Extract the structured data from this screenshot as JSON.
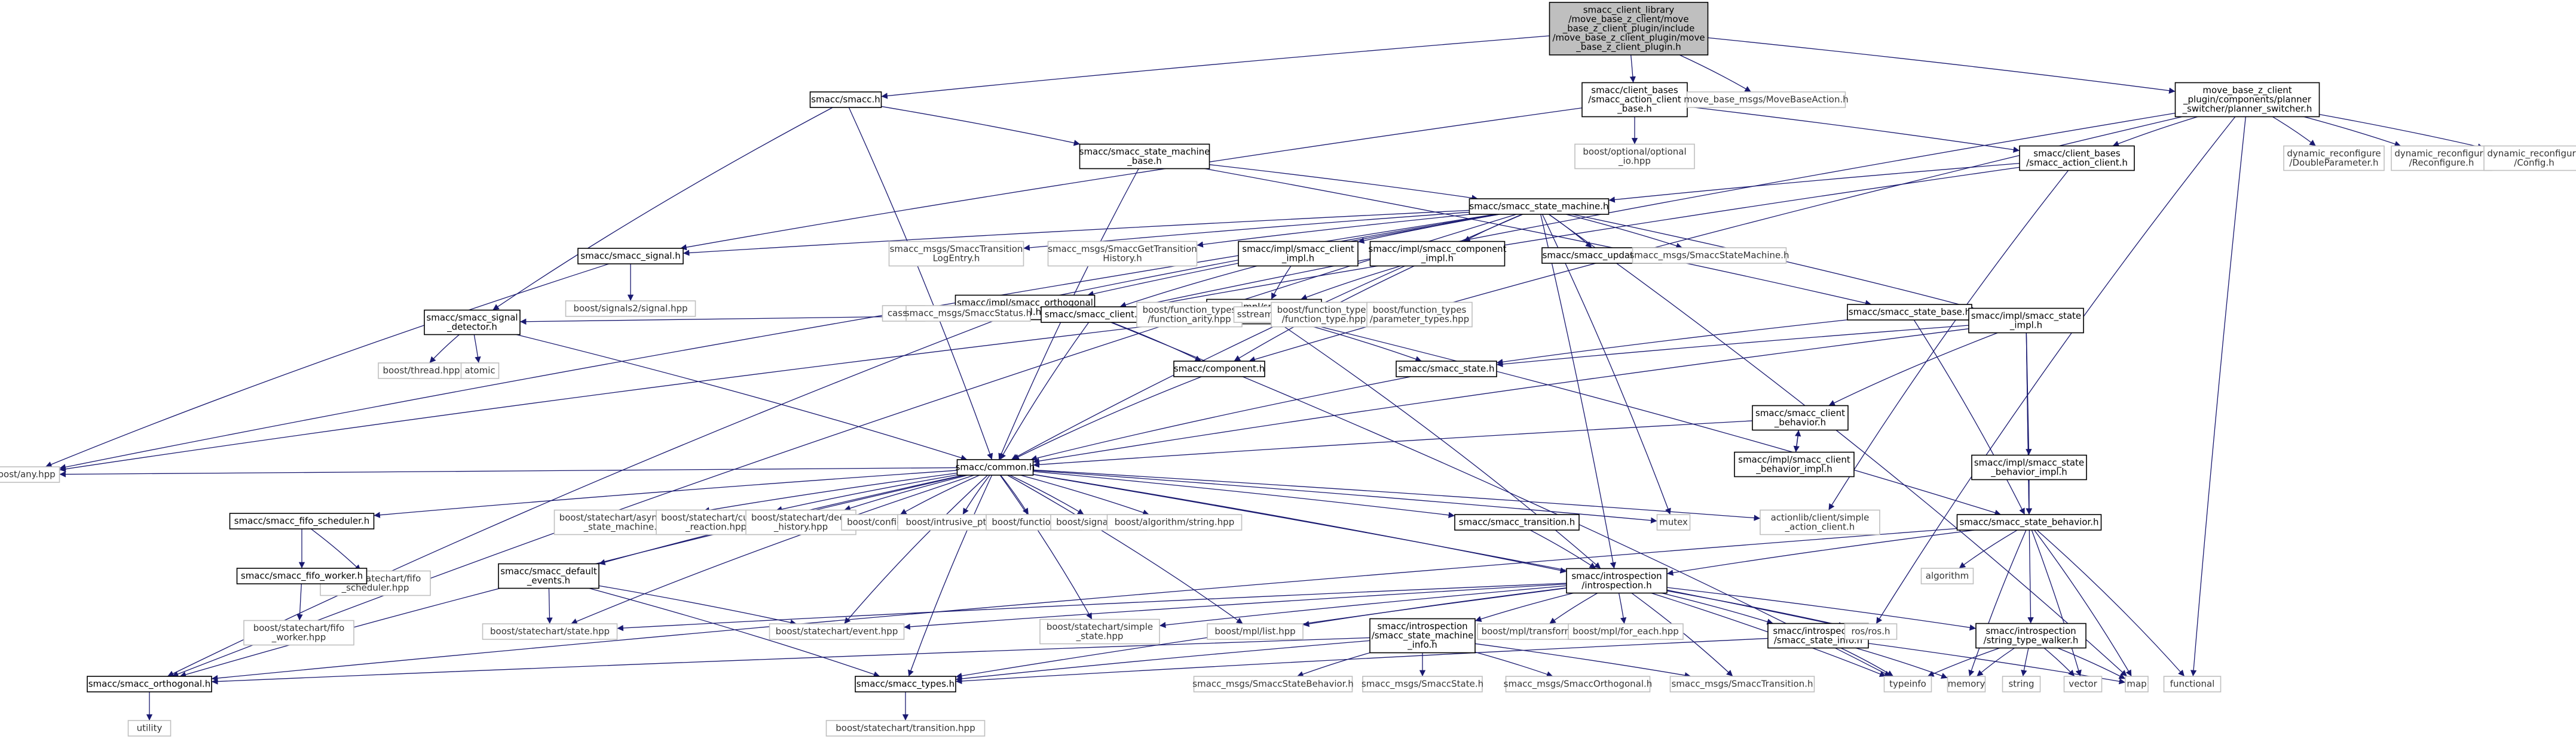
{
  "diagram": {
    "type": "include-dependency-graph",
    "nodes": [
      {
        "id": "root",
        "kind": "root",
        "lines": [
          "smacc_client_library",
          "/move_base_z_client/move",
          "_base_z_client_plugin/include",
          "/move_base_z_client_plugin/move",
          "_base_z_client_plugin.h"
        ]
      },
      {
        "id": "smacc_h",
        "kind": "local",
        "lines": [
          "smacc/smacc.h"
        ]
      },
      {
        "id": "sab",
        "kind": "local",
        "lines": [
          "smacc/client_bases",
          "/smacc_action_client",
          "_base.h"
        ]
      },
      {
        "id": "mbmsg",
        "kind": "sys",
        "lines": [
          "move_base_msgs/MoveBaseAction.h"
        ]
      },
      {
        "id": "planner",
        "kind": "local",
        "lines": [
          "move_base_z_client",
          "_plugin/components/planner",
          "_switcher/planner_switcher.h"
        ]
      },
      {
        "id": "smb",
        "kind": "local",
        "lines": [
          "smacc/smacc_state_machine",
          "_base.h"
        ]
      },
      {
        "id": "boptio",
        "kind": "sys",
        "lines": [
          "boost/optional/optional",
          "_io.hpp"
        ]
      },
      {
        "id": "sac",
        "kind": "local",
        "lines": [
          "smacc/client_bases",
          "/smacc_action_client.h"
        ]
      },
      {
        "id": "dyndouble",
        "kind": "sys",
        "lines": [
          "dynamic_reconfigure",
          "/DoubleParameter.h"
        ]
      },
      {
        "id": "dynreconf",
        "kind": "sys",
        "lines": [
          "dynamic_reconfigure",
          "/Reconfigure.h"
        ]
      },
      {
        "id": "dynconfig",
        "kind": "sys",
        "lines": [
          "dynamic_reconfigure",
          "/Config.h"
        ]
      },
      {
        "id": "ssm",
        "kind": "local",
        "lines": [
          "smacc/smacc_state_machine.h"
        ]
      },
      {
        "id": "ssignal",
        "kind": "local",
        "lines": [
          "smacc/smacc_signal.h"
        ]
      },
      {
        "id": "translog",
        "kind": "sys",
        "lines": [
          "smacc_msgs/SmaccTransition",
          "LogEntry.h"
        ]
      },
      {
        "id": "transhist",
        "kind": "sys",
        "lines": [
          "smacc_msgs/SmaccGetTransition",
          "History.h"
        ]
      },
      {
        "id": "clientimpl",
        "kind": "local",
        "lines": [
          "smacc/impl/smacc_client",
          "_impl.h"
        ]
      },
      {
        "id": "compimpl",
        "kind": "local",
        "lines": [
          "smacc/impl/smacc_component",
          "_impl.h"
        ]
      },
      {
        "id": "updatable",
        "kind": "local",
        "lines": [
          "smacc/smacc_updatable.h"
        ]
      },
      {
        "id": "smmsg",
        "kind": "sys",
        "lines": [
          "smacc_msgs/SmaccStateMachine.h"
        ]
      },
      {
        "id": "bsig2",
        "kind": "sys",
        "lines": [
          "boost/signals2/signal.hpp"
        ]
      },
      {
        "id": "orthoimpl",
        "kind": "local",
        "lines": [
          "smacc/impl/smacc_orthogonal",
          "_impl.h"
        ]
      },
      {
        "id": "ssmimpl",
        "kind": "local",
        "lines": [
          "smacc/impl/smacc_state",
          "_machine_impl.h"
        ]
      },
      {
        "id": "cassert",
        "kind": "sys",
        "lines": [
          "cassert"
        ]
      },
      {
        "id": "status",
        "kind": "sys",
        "lines": [
          "smacc_msgs/SmaccStatus.h"
        ]
      },
      {
        "id": "sclient",
        "kind": "local",
        "lines": [
          "smacc/smacc_client.h"
        ]
      },
      {
        "id": "bfarity",
        "kind": "sys",
        "lines": [
          "boost/function_types",
          "/function_arity.hpp"
        ]
      },
      {
        "id": "sstream",
        "kind": "sys",
        "lines": [
          "sstream"
        ]
      },
      {
        "id": "bftype",
        "kind": "sys",
        "lines": [
          "boost/function_types",
          "/function_type.hpp"
        ]
      },
      {
        "id": "bfparam",
        "kind": "sys",
        "lines": [
          "boost/function_types",
          "/parameter_types.hpp"
        ]
      },
      {
        "id": "ssbase",
        "kind": "local",
        "lines": [
          "smacc/smacc_state_base.h"
        ]
      },
      {
        "id": "ssimpl",
        "kind": "local",
        "lines": [
          "smacc/impl/smacc_state",
          "_impl.h"
        ]
      },
      {
        "id": "sigdet",
        "kind": "local",
        "lines": [
          "smacc/smacc_signal",
          "_detector.h"
        ]
      },
      {
        "id": "bthread",
        "kind": "sys",
        "lines": [
          "boost/thread.hpp"
        ]
      },
      {
        "id": "atomic",
        "kind": "sys",
        "lines": [
          "atomic"
        ]
      },
      {
        "id": "component",
        "kind": "local",
        "lines": [
          "smacc/component.h"
        ]
      },
      {
        "id": "sstate",
        "kind": "local",
        "lines": [
          "smacc/smacc_state.h"
        ]
      },
      {
        "id": "clientbeh",
        "kind": "local",
        "lines": [
          "smacc/smacc_client",
          "_behavior.h"
        ]
      },
      {
        "id": "clientbehimpl",
        "kind": "local",
        "lines": [
          "smacc/impl/smacc_client",
          "_behavior_impl.h"
        ]
      },
      {
        "id": "common",
        "kind": "local",
        "lines": [
          "smacc/common.h"
        ]
      },
      {
        "id": "bany",
        "kind": "sys",
        "lines": [
          "boost/any.hpp"
        ]
      },
      {
        "id": "fifosched",
        "kind": "local",
        "lines": [
          "smacc/smacc_fifo_scheduler.h"
        ]
      },
      {
        "id": "bscasync",
        "kind": "sys",
        "lines": [
          "boost/statechart/asynchronous",
          "_state_machine.hpp"
        ]
      },
      {
        "id": "bsccustom",
        "kind": "sys",
        "lines": [
          "boost/statechart/custom",
          "_reaction.hpp"
        ]
      },
      {
        "id": "bscdeep",
        "kind": "sys",
        "lines": [
          "boost/statechart/deep",
          "_history.hpp"
        ]
      },
      {
        "id": "bconfig",
        "kind": "sys",
        "lines": [
          "boost/config.hpp"
        ]
      },
      {
        "id": "bintr",
        "kind": "sys",
        "lines": [
          "boost/intrusive_ptr.hpp"
        ]
      },
      {
        "id": "bfunc",
        "kind": "sys",
        "lines": [
          "boost/function.hpp"
        ]
      },
      {
        "id": "bsignals2",
        "kind": "sys",
        "lines": [
          "boost/signals2.hpp"
        ]
      },
      {
        "id": "balgo",
        "kind": "sys",
        "lines": [
          "boost/algorithm/string.hpp"
        ]
      },
      {
        "id": "stransition",
        "kind": "local",
        "lines": [
          "smacc/smacc_transition.h"
        ]
      },
      {
        "id": "mutex",
        "kind": "sys",
        "lines": [
          "mutex"
        ]
      },
      {
        "id": "simpleac",
        "kind": "sys",
        "lines": [
          "actionlib/client/simple",
          "_action_client.h"
        ]
      },
      {
        "id": "ssbeh",
        "kind": "local",
        "lines": [
          "smacc/smacc_state_behavior.h"
        ]
      },
      {
        "id": "bscfifosched",
        "kind": "sys",
        "lines": [
          "boost/statechart/fifo",
          "_scheduler.hpp"
        ]
      },
      {
        "id": "fifoworker",
        "kind": "local",
        "lines": [
          "smacc/smacc_fifo_worker.h"
        ]
      },
      {
        "id": "defevents",
        "kind": "local",
        "lines": [
          "smacc/smacc_default",
          "_events.h"
        ]
      },
      {
        "id": "introspection",
        "kind": "local",
        "lines": [
          "smacc/introspection",
          "/introspection.h"
        ]
      },
      {
        "id": "ssbehimpl",
        "kind": "local",
        "lines": [
          "smacc/impl/smacc_state",
          "_behavior_impl.h"
        ]
      },
      {
        "id": "algorithm",
        "kind": "sys",
        "lines": [
          "algorithm"
        ]
      },
      {
        "id": "bscfifoworker",
        "kind": "sys",
        "lines": [
          "boost/statechart/fifo",
          "_worker.hpp"
        ]
      },
      {
        "id": "bscstate",
        "kind": "sys",
        "lines": [
          "boost/statechart/state.hpp"
        ]
      },
      {
        "id": "bscevent",
        "kind": "sys",
        "lines": [
          "boost/statechart/event.hpp"
        ]
      },
      {
        "id": "bscsimple",
        "kind": "sys",
        "lines": [
          "boost/statechart/simple",
          "_state.hpp"
        ]
      },
      {
        "id": "bmpllist",
        "kind": "sys",
        "lines": [
          "boost/mpl/list.hpp"
        ]
      },
      {
        "id": "ssminfo",
        "kind": "local",
        "lines": [
          "smacc/introspection",
          "/smacc_state_machine",
          "_info.h"
        ]
      },
      {
        "id": "bmpltransform",
        "kind": "sys",
        "lines": [
          "boost/mpl/transform.hpp"
        ]
      },
      {
        "id": "bmplforeach",
        "kind": "sys",
        "lines": [
          "boost/mpl/for_each.hpp"
        ]
      },
      {
        "id": "stateinfo",
        "kind": "local",
        "lines": [
          "smacc/introspection",
          "/smacc_state_info.h"
        ]
      },
      {
        "id": "rosros",
        "kind": "sys",
        "lines": [
          "ros/ros.h"
        ]
      },
      {
        "id": "typewalker",
        "kind": "local",
        "lines": [
          "smacc/introspection",
          "/string_type_walker.h"
        ]
      },
      {
        "id": "sorthogonal",
        "kind": "local",
        "lines": [
          "smacc/smacc_orthogonal.h"
        ]
      },
      {
        "id": "stypes",
        "kind": "local",
        "lines": [
          "smacc/smacc_types.h"
        ]
      },
      {
        "id": "msgbehavior",
        "kind": "sys",
        "lines": [
          "smacc_msgs/SmaccStateBehavior.h"
        ]
      },
      {
        "id": "msgstate",
        "kind": "sys",
        "lines": [
          "smacc_msgs/SmaccState.h"
        ]
      },
      {
        "id": "msgortho",
        "kind": "sys",
        "lines": [
          "smacc_msgs/SmaccOrthogonal.h"
        ]
      },
      {
        "id": "msgtrans",
        "kind": "sys",
        "lines": [
          "smacc_msgs/SmaccTransition.h"
        ]
      },
      {
        "id": "typeinfo",
        "kind": "sys",
        "lines": [
          "typeinfo"
        ]
      },
      {
        "id": "memory",
        "kind": "sys",
        "lines": [
          "memory"
        ]
      },
      {
        "id": "string",
        "kind": "sys",
        "lines": [
          "string"
        ]
      },
      {
        "id": "vector",
        "kind": "sys",
        "lines": [
          "vector"
        ]
      },
      {
        "id": "map",
        "kind": "sys",
        "lines": [
          "map"
        ]
      },
      {
        "id": "functional",
        "kind": "sys",
        "lines": [
          "functional"
        ]
      },
      {
        "id": "utility",
        "kind": "sys",
        "lines": [
          "utility"
        ]
      },
      {
        "id": "bsctransition",
        "kind": "sys",
        "lines": [
          "boost/statechart/transition.hpp"
        ]
      }
    ],
    "edges": [
      [
        "root",
        "smacc_h"
      ],
      [
        "root",
        "sab"
      ],
      [
        "root",
        "mbmsg"
      ],
      [
        "root",
        "planner"
      ],
      [
        "smacc_h",
        "smb"
      ],
      [
        "smacc_h",
        "common"
      ],
      [
        "smacc_h",
        "sigdet"
      ],
      [
        "sab",
        "ssignal"
      ],
      [
        "sab",
        "boptio"
      ],
      [
        "sab",
        "sac"
      ],
      [
        "planner",
        "sac"
      ],
      [
        "planner",
        "dyndouble"
      ],
      [
        "planner",
        "dynreconf"
      ],
      [
        "planner",
        "dynconfig"
      ],
      [
        "planner",
        "sclient"
      ],
      [
        "planner",
        "component"
      ],
      [
        "planner",
        "rosros"
      ],
      [
        "planner",
        "functional"
      ],
      [
        "smb",
        "ssm"
      ],
      [
        "smb",
        "common"
      ],
      [
        "smb",
        "ssbase"
      ],
      [
        "sac",
        "ssm"
      ],
      [
        "sac",
        "sclient"
      ],
      [
        "sac",
        "simpleac"
      ],
      [
        "ssm",
        "ssignal"
      ],
      [
        "ssm",
        "translog"
      ],
      [
        "ssm",
        "transhist"
      ],
      [
        "ssm",
        "clientimpl"
      ],
      [
        "ssm",
        "compimpl"
      ],
      [
        "ssm",
        "updatable"
      ],
      [
        "ssm",
        "smmsg"
      ],
      [
        "ssm",
        "orthoimpl"
      ],
      [
        "ssm",
        "status"
      ],
      [
        "ssm",
        "common"
      ],
      [
        "ssm",
        "mutex"
      ],
      [
        "ssm",
        "introspection"
      ],
      [
        "ssm",
        "sorthogonal"
      ],
      [
        "ssm",
        "ssimpl"
      ],
      [
        "ssm",
        "bany"
      ],
      [
        "ssm",
        "map"
      ],
      [
        "ssignal",
        "bsig2"
      ],
      [
        "ssignal",
        "bany"
      ],
      [
        "clientimpl",
        "sclient"
      ],
      [
        "clientimpl",
        "ssmimpl"
      ],
      [
        "compimpl",
        "component"
      ],
      [
        "compimpl",
        "ssmimpl"
      ],
      [
        "orthoimpl",
        "sclient"
      ],
      [
        "orthoimpl",
        "sorthogonal"
      ],
      [
        "orthoimpl",
        "cassert"
      ],
      [
        "ssmimpl",
        "sigdet"
      ],
      [
        "ssmimpl",
        "sclient"
      ],
      [
        "ssmimpl",
        "status"
      ],
      [
        "ssmimpl",
        "bfarity"
      ],
      [
        "ssmimpl",
        "sstream"
      ],
      [
        "ssmimpl",
        "bftype"
      ],
      [
        "ssmimpl",
        "bfparam"
      ],
      [
        "ssmimpl",
        "ssbeh"
      ],
      [
        "ssmimpl",
        "introspection"
      ],
      [
        "ssmimpl",
        "sstate"
      ],
      [
        "ssmimpl",
        "bany"
      ],
      [
        "sclient",
        "common"
      ],
      [
        "sclient",
        "component"
      ],
      [
        "sclient",
        "typeinfo"
      ],
      [
        "ssbase",
        "sstate"
      ],
      [
        "ssbase",
        "ssbeh"
      ],
      [
        "ssimpl",
        "clientbeh"
      ],
      [
        "ssimpl",
        "ssbehimpl"
      ],
      [
        "ssimpl",
        "ssbeh"
      ],
      [
        "ssimpl",
        "sstate"
      ],
      [
        "ssimpl",
        "common"
      ],
      [
        "ssimpl",
        "typewalker"
      ],
      [
        "sigdet",
        "bthread"
      ],
      [
        "sigdet",
        "atomic"
      ],
      [
        "sigdet",
        "common"
      ],
      [
        "component",
        "common"
      ],
      [
        "sstate",
        "common"
      ],
      [
        "clientbeh",
        "clientbehimpl"
      ],
      [
        "clientbeh",
        "common"
      ],
      [
        "clientbehimpl",
        "clientbeh"
      ],
      [
        "common",
        "bany"
      ],
      [
        "common",
        "fifosched"
      ],
      [
        "common",
        "bscasync"
      ],
      [
        "common",
        "bsccustom"
      ],
      [
        "common",
        "bscdeep"
      ],
      [
        "common",
        "bconfig"
      ],
      [
        "common",
        "bintr"
      ],
      [
        "common",
        "bfunc"
      ],
      [
        "common",
        "bsignals2"
      ],
      [
        "common",
        "balgo"
      ],
      [
        "common",
        "stransition"
      ],
      [
        "common",
        "mutex"
      ],
      [
        "common",
        "simpleac"
      ],
      [
        "common",
        "defevents"
      ],
      [
        "common",
        "bscstate"
      ],
      [
        "common",
        "bscevent"
      ],
      [
        "common",
        "bscsimple"
      ],
      [
        "common",
        "bmpllist"
      ],
      [
        "common",
        "stypes"
      ],
      [
        "common",
        "introspection"
      ],
      [
        "common",
        "rosros"
      ],
      [
        "common",
        "sorthogonal"
      ],
      [
        "fifosched",
        "fifoworker"
      ],
      [
        "fifosched",
        "bscfifosched"
      ],
      [
        "fifoworker",
        "bscfifoworker"
      ],
      [
        "stransition",
        "introspection"
      ],
      [
        "defevents",
        "bscstate"
      ],
      [
        "defevents",
        "bscevent"
      ],
      [
        "defevents",
        "stypes"
      ],
      [
        "ssbehimpl",
        "ssbeh"
      ],
      [
        "ssbeh",
        "introspection"
      ],
      [
        "ssbeh",
        "algorithm"
      ],
      [
        "ssbeh",
        "memory"
      ],
      [
        "ssbeh",
        "vector"
      ],
      [
        "ssbeh",
        "map"
      ],
      [
        "ssbeh",
        "functional"
      ],
      [
        "ssbeh",
        "sorthogonal"
      ],
      [
        "introspection",
        "bscstate"
      ],
      [
        "introspection",
        "bscevent"
      ],
      [
        "introspection",
        "bscsimple"
      ],
      [
        "introspection",
        "bmpllist"
      ],
      [
        "introspection",
        "ssminfo"
      ],
      [
        "introspection",
        "bmpltransform"
      ],
      [
        "introspection",
        "bmplforeach"
      ],
      [
        "introspection",
        "stateinfo"
      ],
      [
        "introspection",
        "rosros"
      ],
      [
        "introspection",
        "typewalker"
      ],
      [
        "introspection",
        "typeinfo"
      ],
      [
        "introspection",
        "msgtrans"
      ],
      [
        "introspection",
        "stypes"
      ],
      [
        "ssminfo",
        "msgbehavior"
      ],
      [
        "ssminfo",
        "msgstate"
      ],
      [
        "ssminfo",
        "msgortho"
      ],
      [
        "ssminfo",
        "msgtrans"
      ],
      [
        "ssminfo",
        "stypes"
      ],
      [
        "ssminfo",
        "sorthogonal"
      ],
      [
        "stateinfo",
        "memory"
      ],
      [
        "stateinfo",
        "map"
      ],
      [
        "stateinfo",
        "typeinfo"
      ],
      [
        "stateinfo",
        "stypes"
      ],
      [
        "typewalker",
        "memory"
      ],
      [
        "typewalker",
        "string"
      ],
      [
        "typewalker",
        "vector"
      ],
      [
        "typewalker",
        "map"
      ],
      [
        "typewalker",
        "typeinfo"
      ],
      [
        "sorthogonal",
        "utility"
      ],
      [
        "stypes",
        "bsctransition"
      ]
    ]
  }
}
